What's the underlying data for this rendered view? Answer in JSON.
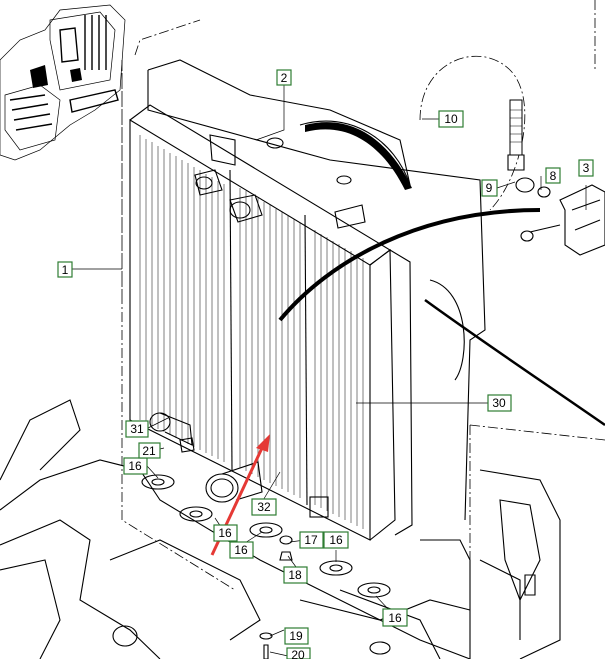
{
  "diagram": {
    "callouts": [
      {
        "id": "c1",
        "label": "1"
      },
      {
        "id": "c2",
        "label": "2"
      },
      {
        "id": "c3",
        "label": "3"
      },
      {
        "id": "c8",
        "label": "8"
      },
      {
        "id": "c9",
        "label": "9"
      },
      {
        "id": "c10",
        "label": "10"
      },
      {
        "id": "c16a",
        "label": "16"
      },
      {
        "id": "c16b",
        "label": "16"
      },
      {
        "id": "c16c",
        "label": "16"
      },
      {
        "id": "c16d",
        "label": "16"
      },
      {
        "id": "c16e",
        "label": "16"
      },
      {
        "id": "c17",
        "label": "17"
      },
      {
        "id": "c18",
        "label": "18"
      },
      {
        "id": "c19",
        "label": "19"
      },
      {
        "id": "c20",
        "label": "20"
      },
      {
        "id": "c21",
        "label": "21"
      },
      {
        "id": "c30",
        "label": "30"
      },
      {
        "id": "c31",
        "label": "31"
      },
      {
        "id": "c32",
        "label": "32"
      }
    ],
    "colors": {
      "callout_border": "#2e7d32",
      "arrow": "#e53935",
      "line": "#000000"
    }
  }
}
